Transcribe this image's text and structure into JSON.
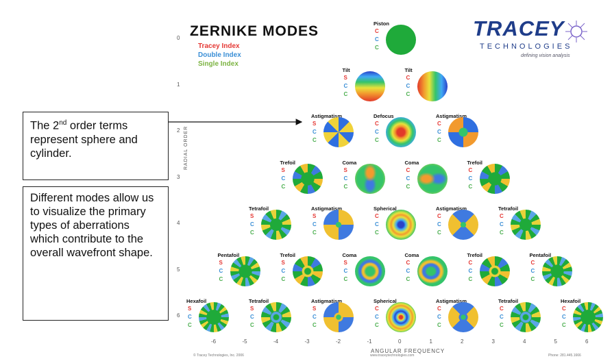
{
  "title": "ZERNIKE MODES",
  "legend": [
    {
      "label": "Tracey Index",
      "color": "#e53935"
    },
    {
      "label": "Double Index",
      "color": "#3b8fd6"
    },
    {
      "label": "Single Index",
      "color": "#7cb342"
    }
  ],
  "logo": {
    "name": "TRACEY",
    "sub": "TECHNOLOGIES",
    "tagline": "defining vision analysis"
  },
  "callouts": {
    "order2": {
      "line1_pre": "The 2",
      "line1_sup": "nd",
      "line1_post": " order terms",
      "rest": "represent sphere and cylinder."
    },
    "modes": "Different modes allow us to visualize the primary types of aberrations which contribute to the overall wavefront shape."
  },
  "axes": {
    "y_label": "RADIAL ORDER",
    "x_label": "ANGULAR FREQUENCY",
    "row_ticks": [
      "0",
      "1",
      "2",
      "3",
      "4",
      "5",
      "6"
    ],
    "col_ticks": [
      "-6",
      "-5",
      "-4",
      "-3",
      "-2",
      "-1",
      "0",
      "1",
      "2",
      "3",
      "4",
      "5",
      "6"
    ]
  },
  "footer": {
    "left": "© Tracey Technologies, Inc. 2006",
    "center": "www.traceytechnologies.com",
    "right": "Phone: 281.445.1666"
  },
  "modes": [
    {
      "row": 0,
      "col": 0,
      "name": "Piston",
      "t": "C",
      "d": "C",
      "s": "C",
      "fill": "#1faa3a"
    },
    {
      "row": 1,
      "col": -1,
      "name": "Tilt",
      "t": "S",
      "d": "C",
      "s": "C",
      "fill": "h"
    },
    {
      "row": 1,
      "col": 1,
      "name": "Tilt",
      "t": "C",
      "d": "C",
      "s": "C",
      "fill": "v"
    },
    {
      "row": 2,
      "col": -2,
      "name": "Astigmatism",
      "t": "S",
      "d": "C",
      "s": "C",
      "fill": "astig"
    },
    {
      "row": 2,
      "col": 0,
      "name": "Defocus",
      "t": "C",
      "d": "C",
      "s": "C",
      "fill": "defocus"
    },
    {
      "row": 2,
      "col": 2,
      "name": "Astigmatism",
      "t": "C",
      "d": "C",
      "s": "C",
      "fill": "astig2"
    },
    {
      "row": 3,
      "col": -3,
      "name": "Trefoil",
      "t": "S",
      "d": "C",
      "s": "C",
      "fill": "tref"
    },
    {
      "row": 3,
      "col": -1,
      "name": "Coma",
      "t": "S",
      "d": "C",
      "s": "C",
      "fill": "coma"
    },
    {
      "row": 3,
      "col": 1,
      "name": "Coma",
      "t": "C",
      "d": "C",
      "s": "C",
      "fill": "coma2"
    },
    {
      "row": 3,
      "col": 3,
      "name": "Trefoil",
      "t": "C",
      "d": "C",
      "s": "C",
      "fill": "tref"
    },
    {
      "row": 4,
      "col": -4,
      "name": "Tetrafoil",
      "t": "S",
      "d": "C",
      "s": "C",
      "fill": "tetra"
    },
    {
      "row": 4,
      "col": -2,
      "name": "Astigmatism",
      "t": "S",
      "d": "C",
      "s": "C",
      "fill": "astig4"
    },
    {
      "row": 4,
      "col": 0,
      "name": "Spherical",
      "t": "C",
      "d": "C",
      "s": "C",
      "fill": "sph"
    },
    {
      "row": 4,
      "col": 2,
      "name": "Astigmatism",
      "t": "C",
      "d": "C",
      "s": "C",
      "fill": "astig4b"
    },
    {
      "row": 4,
      "col": 4,
      "name": "Tetrafoil",
      "t": "C",
      "d": "C",
      "s": "C",
      "fill": "tetra"
    },
    {
      "row": 5,
      "col": -5,
      "name": "Pentafoil",
      "t": "S",
      "d": "C",
      "s": "C",
      "fill": "penta"
    },
    {
      "row": 5,
      "col": -3,
      "name": "Trefoil",
      "t": "S",
      "d": "C",
      "s": "C",
      "fill": "tref5"
    },
    {
      "row": 5,
      "col": -1,
      "name": "Coma",
      "t": "S",
      "d": "C",
      "s": "C",
      "fill": "coma5"
    },
    {
      "row": 5,
      "col": 1,
      "name": "Coma",
      "t": "C",
      "d": "C",
      "s": "C",
      "fill": "coma5b"
    },
    {
      "row": 5,
      "col": 3,
      "name": "Trefoil",
      "t": "C",
      "d": "C",
      "s": "C",
      "fill": "tref5"
    },
    {
      "row": 5,
      "col": 5,
      "name": "Pentafoil",
      "t": "C",
      "d": "C",
      "s": "C",
      "fill": "penta"
    },
    {
      "row": 6,
      "col": -6,
      "name": "Hexafoil",
      "t": "S",
      "d": "C",
      "s": "C",
      "fill": "hexa"
    },
    {
      "row": 6,
      "col": -4,
      "name": "Tetrafoil",
      "t": "S",
      "d": "C",
      "s": "C",
      "fill": "tetra6"
    },
    {
      "row": 6,
      "col": -2,
      "name": "Astigmatism",
      "t": "S",
      "d": "C",
      "s": "C",
      "fill": "astig6"
    },
    {
      "row": 6,
      "col": 0,
      "name": "Spherical",
      "t": "C",
      "d": "C",
      "s": "C",
      "fill": "sph6"
    },
    {
      "row": 6,
      "col": 2,
      "name": "Astigmatism",
      "t": "C",
      "d": "C",
      "s": "C",
      "fill": "astig6b"
    },
    {
      "row": 6,
      "col": 4,
      "name": "Tetrafoil",
      "t": "C",
      "d": "C",
      "s": "C",
      "fill": "tetra6"
    },
    {
      "row": 6,
      "col": 6,
      "name": "Hexafoil",
      "t": "C",
      "d": "C",
      "s": "C",
      "fill": "hexa"
    }
  ]
}
